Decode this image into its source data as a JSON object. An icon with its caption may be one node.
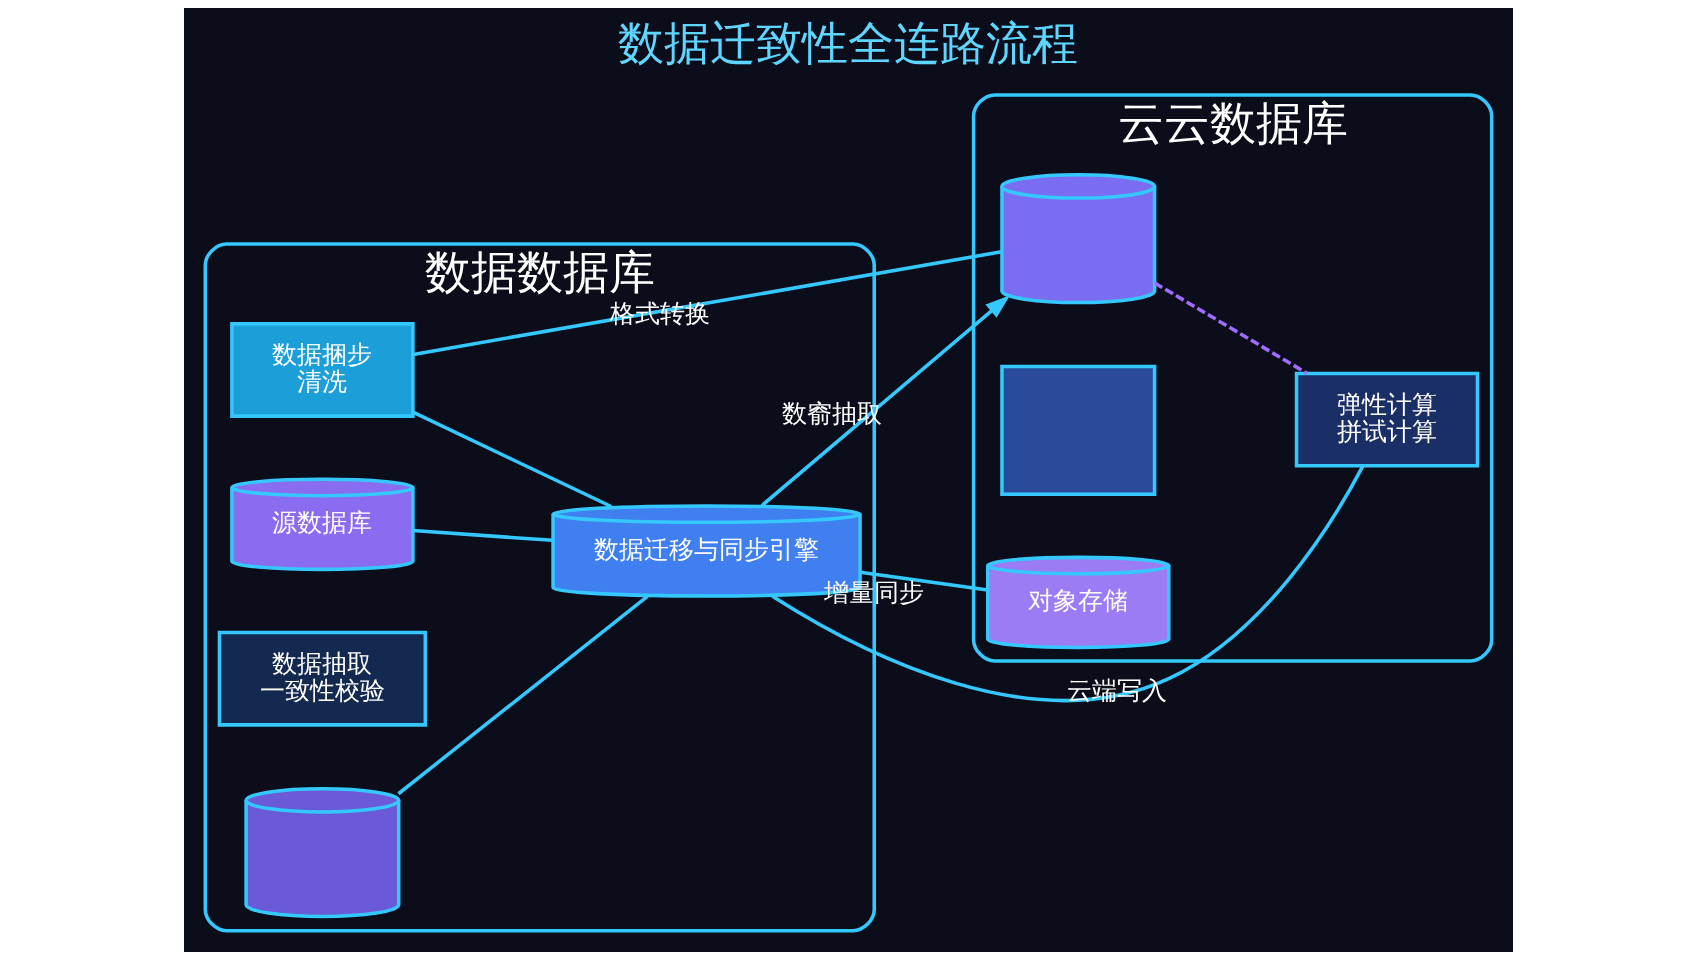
{
  "diagram": {
    "title": "数据迁致性全连路流程",
    "nodes": [
      {
        "text": [
          "数据数据库"
        ]
      },
      {
        "text": [
          "源数据库"
        ],
        "in": 0
      },
      {
        "text": [
          "数据捆步",
          "清洗"
        ],
        "in": 0
      },
      {
        "text": [
          "数据抽取",
          "一致性校验"
        ],
        "in": 0
      },
      {
        "text": [],
        "shape": "cylinder",
        "in": 0
      },
      {
        "text": [
          "数据迁移与同步引擎"
        ],
        "in": 0
      },
      {
        "text": [
          "云云数据库"
        ]
      },
      {
        "text": [],
        "shape": "cylinder",
        "in": 6
      },
      {
        "text": [],
        "shape": "box",
        "in": 6
      },
      {
        "text": [
          "对象存储"
        ],
        "in": 6
      },
      {
        "text": [
          "弹性计算",
          "拼试计算"
        ],
        "in": 6
      }
    ],
    "edges": [
      {
        "from": 1,
        "to": 5,
        "arrow": "none"
      },
      {
        "from": 2,
        "to": 5,
        "arrow": "none"
      },
      {
        "from": 4,
        "to": 5,
        "arrow": "none"
      },
      {
        "from": 5,
        "to": 7,
        "arrow": "to",
        "label": "数窬抽取"
      },
      {
        "from": 2,
        "to": 7,
        "arrow": "none",
        "label": "格式转换"
      },
      {
        "from": 5,
        "to": 9,
        "arrow": "none",
        "label": "增量同步"
      },
      {
        "from": 5,
        "to": 10,
        "arrow": "none",
        "label": "云端写入"
      },
      {
        "from": 7,
        "to": 10,
        "arrow": "none",
        "style": "dashed",
        "color": "#a06cff"
      }
    ]
  }
}
